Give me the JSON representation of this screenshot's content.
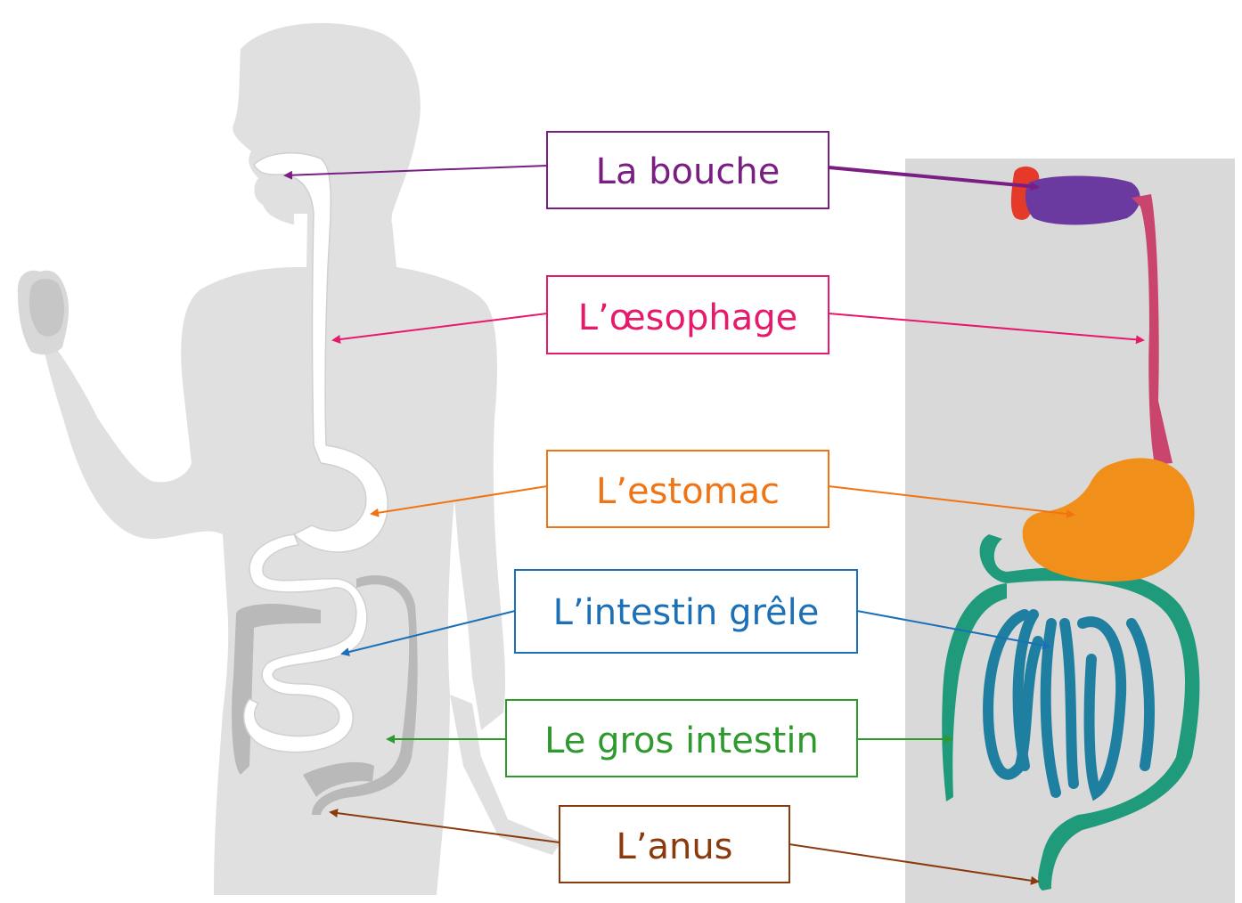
{
  "labels": [
    {
      "id": "bouche",
      "text": "La bouche",
      "color": "#7a1e84"
    },
    {
      "id": "oesophage",
      "text": "L’œsophage",
      "color": "#e6196a"
    },
    {
      "id": "estomac",
      "text": "L’estomac",
      "color": "#f07414"
    },
    {
      "id": "intestin_grele",
      "text": "L’intestin grêle",
      "color": "#1c70b8"
    },
    {
      "id": "gros_intestin",
      "text": "Le gros intestin",
      "color": "#2e9a2e"
    },
    {
      "id": "anus",
      "text": "L’anus",
      "color": "#8b3a0e"
    }
  ],
  "colors": {
    "silhouette": "#e0e0e0",
    "tract": "#ffffff",
    "colon_drawing": "#b9b9b9",
    "photo_background": "#d9d9d9",
    "clay_mouth": "#6a3aa0",
    "clay_teeth": "#e53a2a",
    "clay_esophagus": "#c9456e",
    "clay_stomach": "#f0901a",
    "clay_small_intestine": "#1f7fa0",
    "clay_large_intestine": "#1f9a7a"
  }
}
